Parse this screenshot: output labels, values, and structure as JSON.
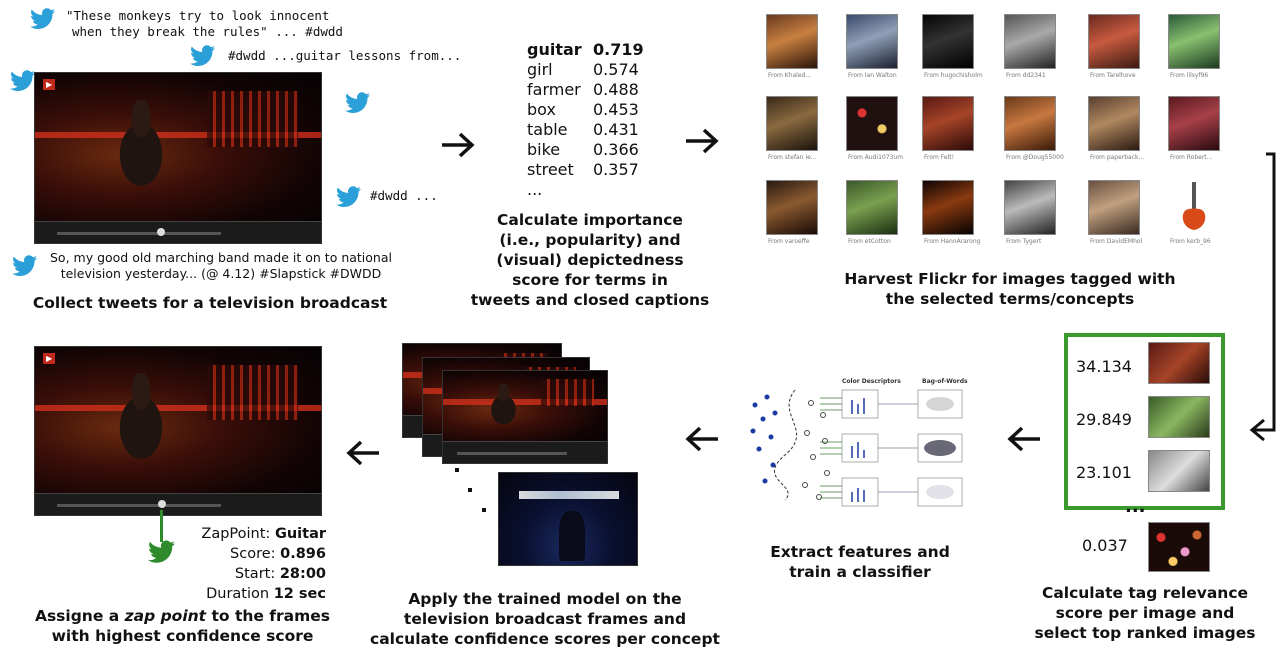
{
  "step1": {
    "tweets": [
      {
        "line1": "\"These monkeys try to look innocent",
        "line2": "when they break the rules\" ...  #dwdd"
      },
      {
        "line1": "#dwdd ...guitar lessons from..."
      },
      {
        "line1": "#dwdd ..."
      },
      {
        "line1": "So, my good old marching band made it on to national",
        "line2": "television yesterday... (@ 4.12) #Slapstick #DWDD"
      }
    ],
    "caption": "Collect tweets for a television broadcast"
  },
  "step2": {
    "terms": [
      {
        "term": "guitar",
        "score": "0.719",
        "bold": true
      },
      {
        "term": "girl",
        "score": "0.574"
      },
      {
        "term": "farmer",
        "score": "0.488"
      },
      {
        "term": "box",
        "score": "0.453"
      },
      {
        "term": "table",
        "score": "0.431"
      },
      {
        "term": "bike",
        "score": "0.366"
      },
      {
        "term": "street",
        "score": "0.357"
      },
      {
        "term": "...",
        "score": ""
      }
    ],
    "caption": [
      "Calculate importance",
      "(i.e., popularity) and",
      "(visual) depictedness",
      "score for terms in",
      "tweets and closed captions"
    ]
  },
  "step3": {
    "thumb_captions": [
      "From Khaled...",
      "From Ian Walton",
      "From hugochisholm",
      "From dd2341",
      "From Tarelhove",
      "From lilsyf96",
      "From stefan ie...",
      "From Audi1073um",
      "From Felt!",
      "From @Doug55000",
      "From paperback...",
      "From Robert...",
      "From varoeffe",
      "From etCotton",
      "From HannArarong",
      "From Tygert",
      "From DavidEMhol",
      "From kerb_96"
    ],
    "caption": [
      "Harvest Flickr for images tagged with",
      "the selected terms/concepts"
    ]
  },
  "step4": {
    "scores": [
      "34.134",
      "29.849",
      "23.101"
    ],
    "ellipsis": "...",
    "last_score": "0.037",
    "caption": [
      "Calculate tag relevance",
      "score per image and",
      "select top ranked images"
    ]
  },
  "step5": {
    "diagram_labels": [
      "Color Descriptors",
      "Bag-of-Words"
    ],
    "caption": [
      "Extract features and",
      "train a classifier"
    ]
  },
  "step6": {
    "caption": [
      "Apply the trained model on the",
      "television broadcast frames and",
      "calculate confidence scores per concept"
    ]
  },
  "step7": {
    "zap_label": "ZapPoint:",
    "zap_value": "Guitar",
    "score_label": "Score:",
    "score_value": "0.896",
    "start_label": "Start:",
    "start_value": "28:00",
    "duration_label": "Duration",
    "duration_value": "12 sec",
    "caption_pre": "Assigne a ",
    "caption_em": "zap point",
    "caption_post": " to the frames",
    "caption_line2": "with highest confidence score"
  },
  "colors": {
    "twitter_blue": "#2a9fd8",
    "green_frame": "#3a9a2e",
    "zap_green": "#2e8a2a"
  }
}
